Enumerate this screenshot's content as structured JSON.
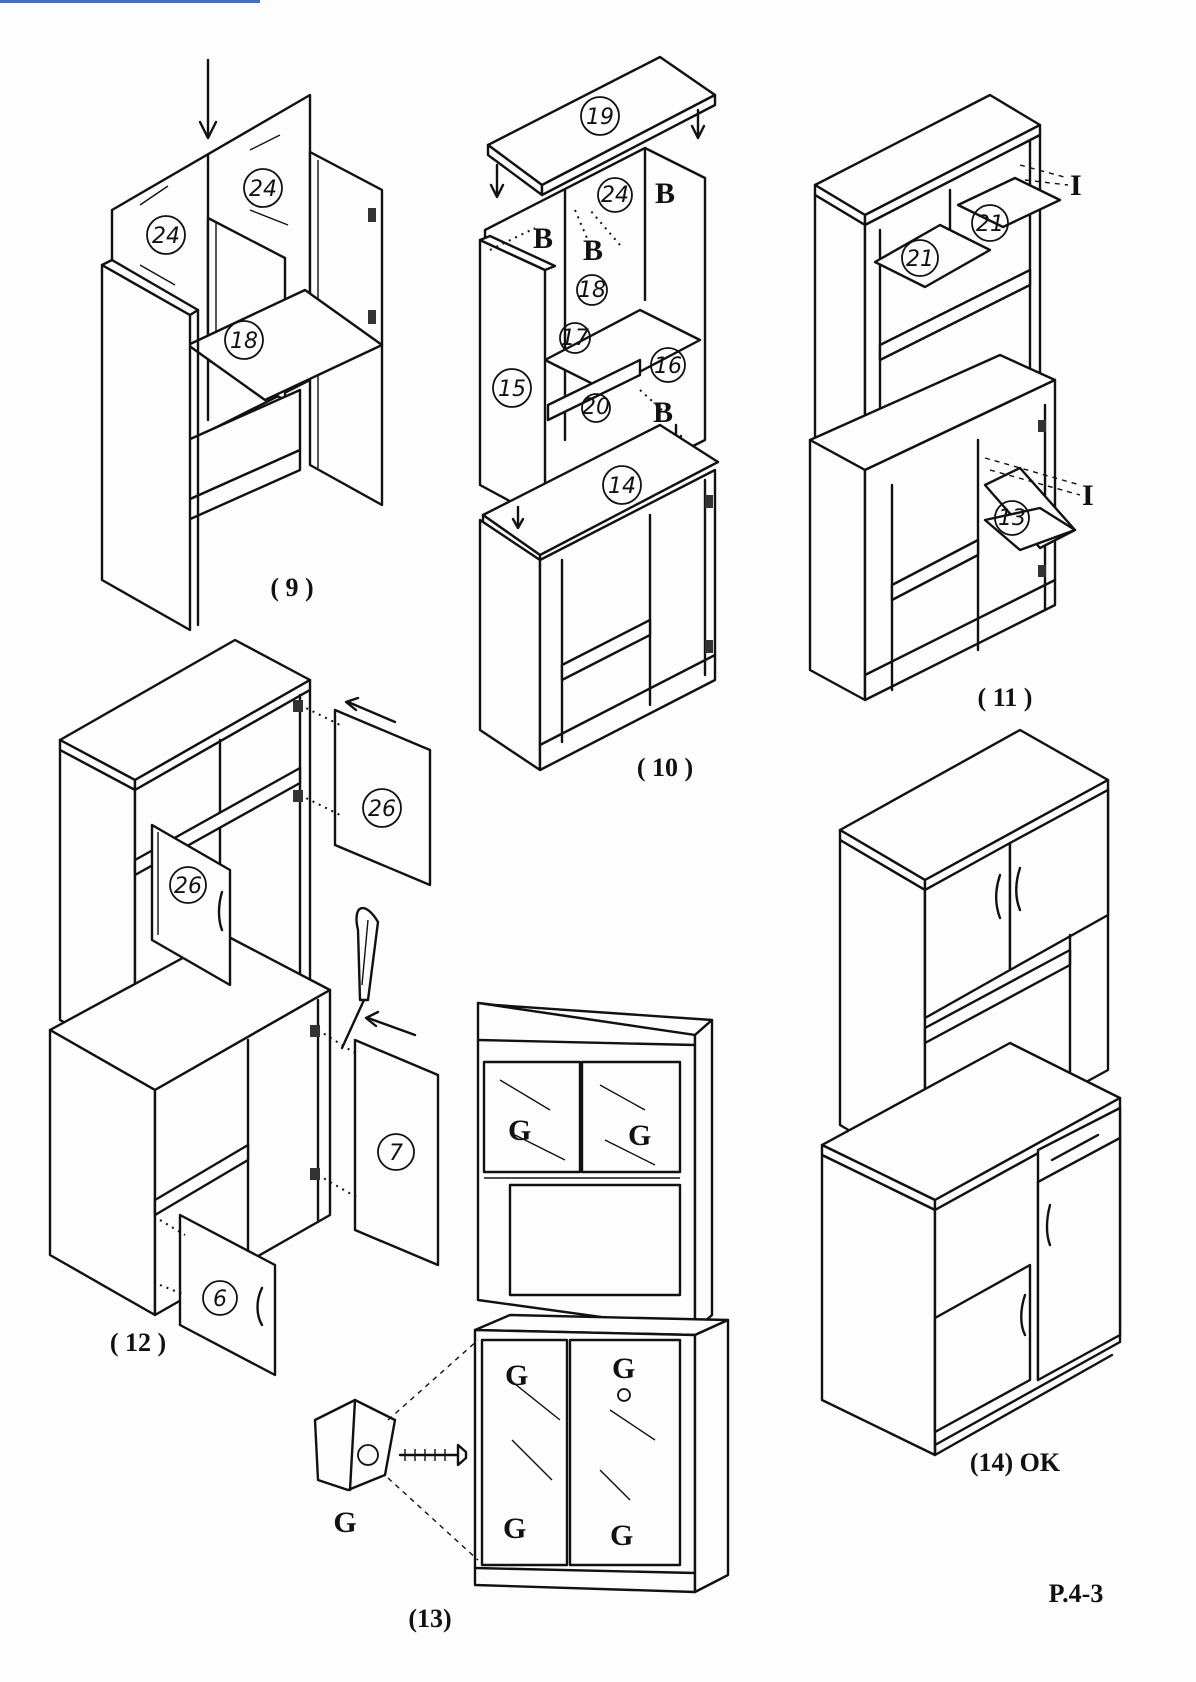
{
  "steps": [
    {
      "id": "9",
      "caption": "( 9 )"
    },
    {
      "id": "10",
      "caption": "( 10 )"
    },
    {
      "id": "11",
      "caption": "( 11 )"
    },
    {
      "id": "12",
      "caption": "( 12 )"
    },
    {
      "id": "13",
      "caption": "(13)"
    },
    {
      "id": "14",
      "caption": "(14)  OK"
    }
  ],
  "parts": {
    "p24": "24",
    "p18": "18",
    "p19": "19",
    "p17": "17",
    "p16": "16",
    "p15": "15",
    "p20": "20",
    "p14": "14",
    "p21": "21",
    "p13": "13",
    "p26": "26",
    "p7": "7",
    "p6": "6"
  },
  "hardware": {
    "B": "B",
    "I": "I",
    "G": "G"
  },
  "page_number": "P.4-3"
}
